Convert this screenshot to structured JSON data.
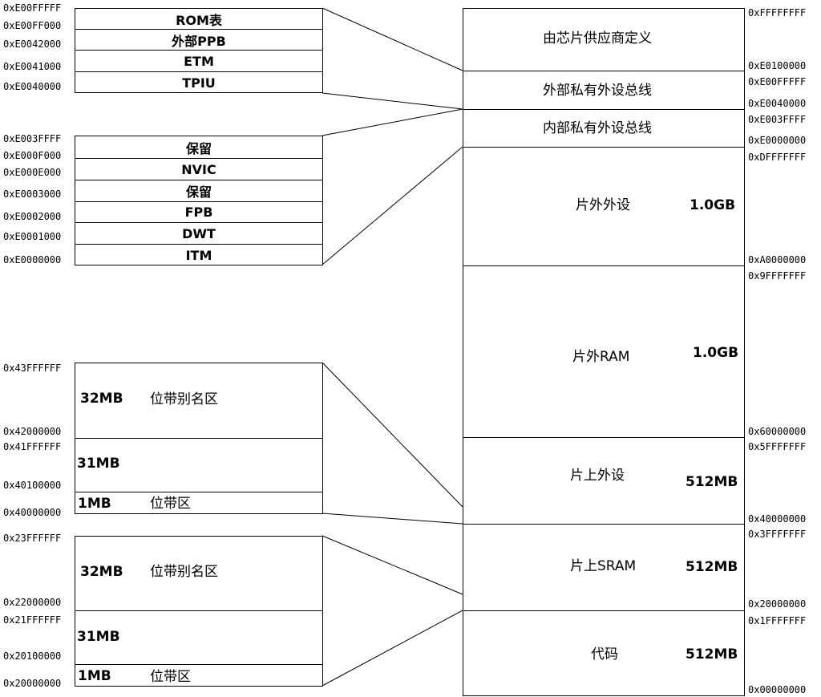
{
  "core_peripherals": {
    "regions": [
      "ROM表",
      "外部PPB",
      "ETM",
      "TPIU"
    ],
    "addresses": [
      "0xE00FFFFF",
      "0xE00FF000",
      "0xE0042000",
      "0xE0041000",
      "0xE0040000"
    ]
  },
  "internal_peripherals": {
    "regions": [
      "保留",
      "NVIC",
      "保留",
      "FPB",
      "DWT",
      "ITM"
    ],
    "addresses": [
      "0xE003FFFF",
      "0xE000F000",
      "0xE000E000",
      "0xE0003000",
      "0xE0002000",
      "0xE0001000",
      "0xE0000000"
    ]
  },
  "periph_bitband": {
    "alias": {
      "size": "32MB",
      "label": "位带别名区",
      "top": "0x43FFFFFF",
      "bottom": "0x42000000"
    },
    "gap": {
      "size": "31MB",
      "top": "0x41FFFFFF",
      "bottom": "0x40100000"
    },
    "band": {
      "size": "1MB",
      "label": "位带区",
      "bottom": "0x40000000"
    }
  },
  "sram_bitband": {
    "alias": {
      "size": "32MB",
      "label": "位带别名区",
      "top": "0x23FFFFFF",
      "bottom": "0x22000000"
    },
    "gap": {
      "size": "31MB",
      "top": "0x21FFFFFF",
      "bottom": "0x20100000"
    },
    "band": {
      "size": "1MB",
      "label": "位带区",
      "bottom": "0x20000000"
    }
  },
  "memory_map": [
    {
      "name": "由芯片供应商定义",
      "size": "",
      "top": "0xFFFFFFFF",
      "bottom": "0xE0100000"
    },
    {
      "name": "外部私有外设总线",
      "size": "",
      "top": "0xE00FFFFF",
      "bottom": "0xE0040000"
    },
    {
      "name": "内部私有外设总线",
      "size": "",
      "top": "0xE003FFFF",
      "bottom": "0xE0000000"
    },
    {
      "name": "片外外设",
      "size": "1.0GB",
      "top": "0xDFFFFFFF",
      "bottom": "0xA0000000"
    },
    {
      "name": "片外RAM",
      "size": "1.0GB",
      "top": "0x9FFFFFFF",
      "bottom": "0x60000000"
    },
    {
      "name": "片上外设",
      "size": "512MB",
      "top": "0x5FFFFFFF",
      "bottom": "0x40000000"
    },
    {
      "name": "片上SRAM",
      "size": "512MB",
      "top": "0x3FFFFFFF",
      "bottom": "0x20000000"
    },
    {
      "name": "代码",
      "size": "512MB",
      "top": "0x1FFFFFFF",
      "bottom": "0x00000000"
    }
  ]
}
